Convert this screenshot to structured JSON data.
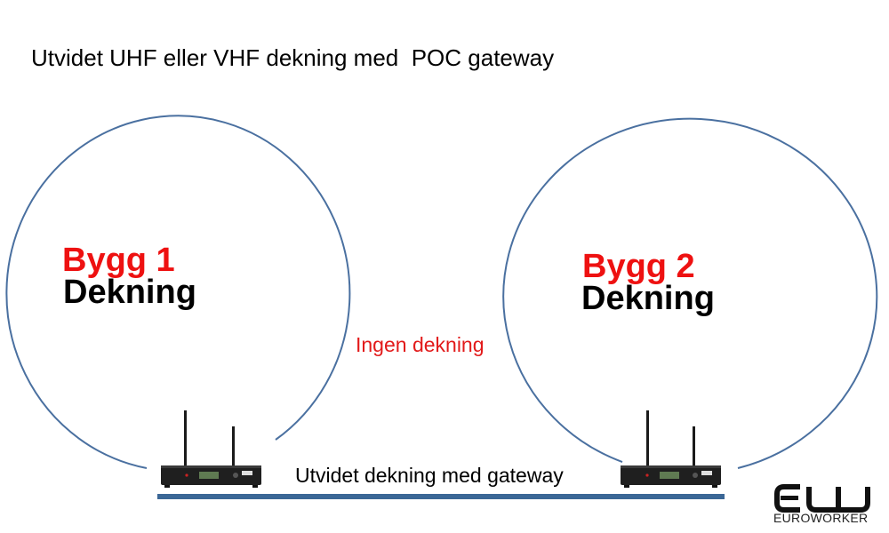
{
  "title": "Utvidet UHF eller VHF dekning med  POC gateway",
  "building1": {
    "name": "Bygg 1",
    "coverage": "Dekning"
  },
  "building2": {
    "name": "Bygg 2",
    "coverage": "Dekning"
  },
  "no_coverage": "Ingen dekning",
  "extended": "Utvidet dekning med gateway",
  "logo": {
    "mark": "EW",
    "text": "EUROWORKER"
  },
  "colors": {
    "circle": "#4a70a0",
    "link": "#3b6796",
    "building_label": "#ee1111",
    "no_coverage": "#e21a1a"
  }
}
